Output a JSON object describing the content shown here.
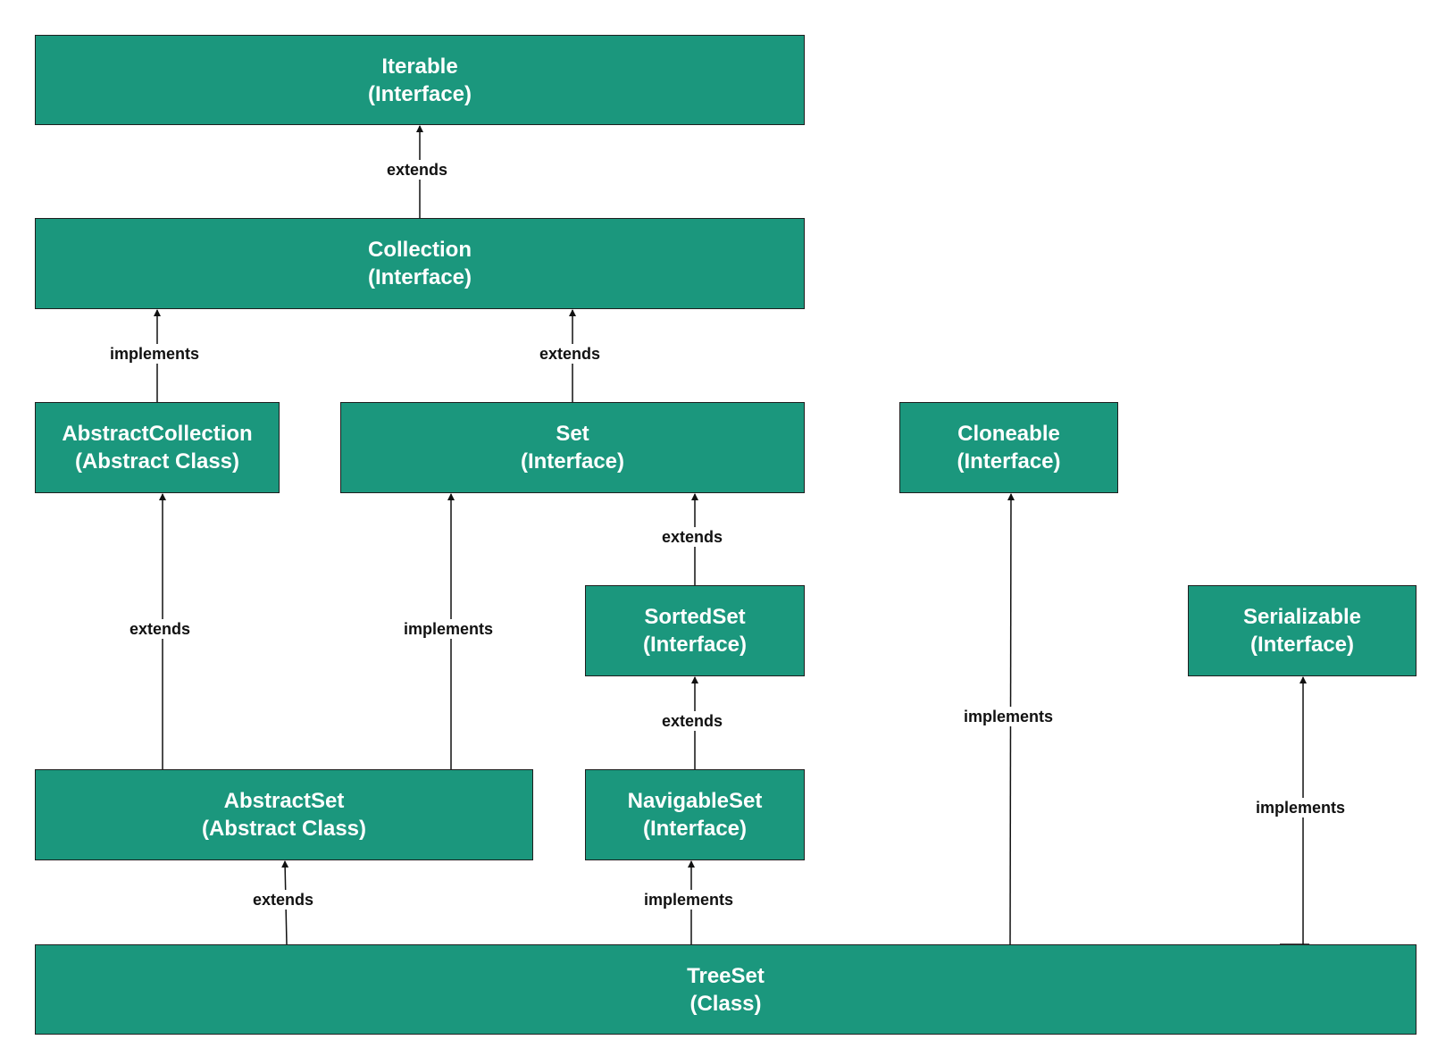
{
  "nodes": {
    "iterable": {
      "name": "Iterable",
      "kind": "(Interface)"
    },
    "collection": {
      "name": "Collection",
      "kind": "(Interface)"
    },
    "abstract_collection": {
      "name": "AbstractCollection",
      "kind": "(Abstract Class)"
    },
    "set": {
      "name": "Set",
      "kind": "(Interface)"
    },
    "cloneable": {
      "name": "Cloneable",
      "kind": "(Interface)"
    },
    "sorted_set": {
      "name": "SortedSet",
      "kind": "(Interface)"
    },
    "serializable": {
      "name": "Serializable",
      "kind": "(Interface)"
    },
    "abstract_set": {
      "name": "AbstractSet",
      "kind": "(Abstract Class)"
    },
    "navigable_set": {
      "name": "NavigableSet",
      "kind": "(Interface)"
    },
    "tree_set": {
      "name": "TreeSet",
      "kind": "(Class)"
    }
  },
  "edges": [
    {
      "from": "collection",
      "to": "iterable",
      "label": "extends"
    },
    {
      "from": "abstract_collection",
      "to": "collection",
      "label": "implements"
    },
    {
      "from": "set",
      "to": "collection",
      "label": "extends"
    },
    {
      "from": "abstract_set",
      "to": "abstract_collection",
      "label": "extends"
    },
    {
      "from": "abstract_set",
      "to": "set",
      "label": "implements"
    },
    {
      "from": "sorted_set",
      "to": "set",
      "label": "extends"
    },
    {
      "from": "navigable_set",
      "to": "sorted_set",
      "label": "extends"
    },
    {
      "from": "tree_set",
      "to": "abstract_set",
      "label": "extends"
    },
    {
      "from": "tree_set",
      "to": "navigable_set",
      "label": "implements"
    },
    {
      "from": "tree_set",
      "to": "cloneable",
      "label": "implements"
    },
    {
      "from": "tree_set",
      "to": "serializable",
      "label": "implements"
    }
  ],
  "colors": {
    "node_fill": "#1b977d",
    "node_text": "#ffffff",
    "line": "#111111"
  }
}
